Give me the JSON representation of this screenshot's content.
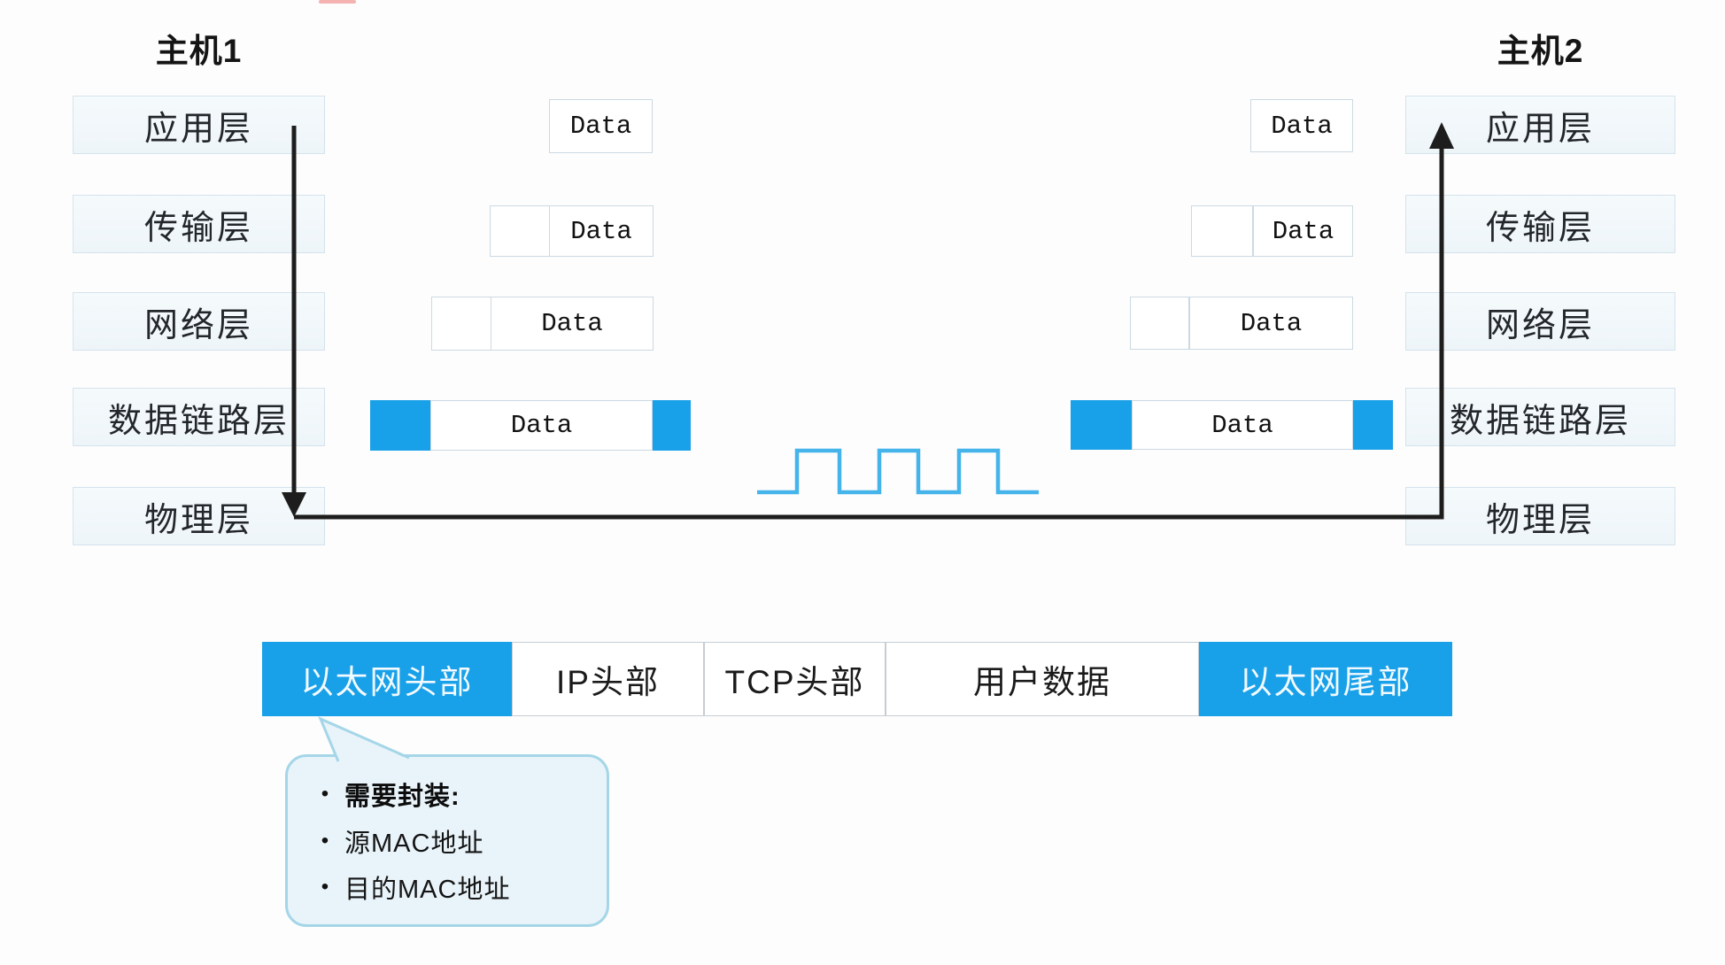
{
  "hosts": {
    "left": "主机1",
    "right": "主机2"
  },
  "layers": [
    "应用层",
    "传输层",
    "网络层",
    "数据链路层",
    "物理层"
  ],
  "data_box_label": "Data",
  "frame_bar": {
    "segments": [
      {
        "label": "以太网头部",
        "style": "blue"
      },
      {
        "label": "IP头部",
        "style": "white"
      },
      {
        "label": "TCP头部",
        "style": "white"
      },
      {
        "label": "用户数据",
        "style": "white"
      },
      {
        "label": "以太网尾部",
        "style": "blue"
      }
    ]
  },
  "callout": {
    "bullet": "•",
    "items": [
      {
        "text": "需要封装:",
        "bold": true
      },
      {
        "text": "源MAC地址",
        "bold": false
      },
      {
        "text": "目的MAC地址",
        "bold": false
      }
    ]
  },
  "colors": {
    "accent_blue": "#18a0e8",
    "wave_blue": "#45b4ea",
    "arrow_black": "#1d1d1d",
    "layer_box_fill": "#f2f7fa",
    "layer_box_border": "#d5e3ec",
    "callout_fill": "#e9f4fa",
    "callout_border": "#a5d6e8",
    "artifact_red": "#f2a6a2"
  }
}
